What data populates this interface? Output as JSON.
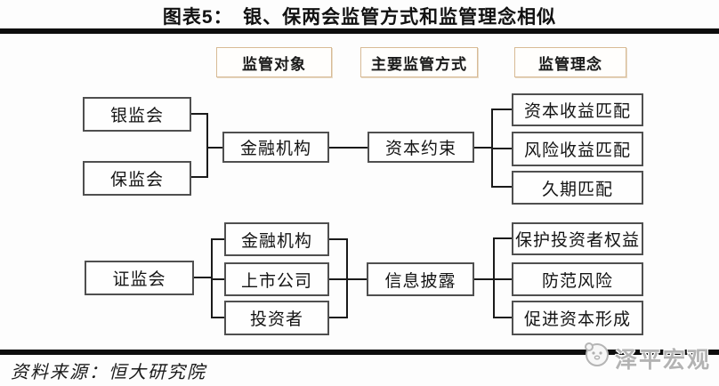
{
  "title": "图表5：　银、保两会监管方式和监管理念相似",
  "column_headers": [
    {
      "label": "监管对象"
    },
    {
      "label": "主要监管方式"
    },
    {
      "label": "监管理念"
    }
  ],
  "top_flow": {
    "regulators": [
      "银监会",
      "保监会"
    ],
    "object": "金融机构",
    "method": "资本约束",
    "concepts": [
      "资本收益匹配",
      "风险收益匹配",
      "久期匹配"
    ]
  },
  "bottom_flow": {
    "regulator": "证监会",
    "objects": [
      "金融机构",
      "上市公司",
      "投资者"
    ],
    "method": "信息披露",
    "concepts": [
      "保护投资者权益",
      "防范风险",
      "促进资本形成"
    ]
  },
  "footer": {
    "source": "资料来源：恒大研究院",
    "watermark": "泽平宏观"
  },
  "icons": {
    "watermark_mascot": "mascot-face-icon"
  },
  "colors": {
    "header_border": "#d8bb96",
    "box_border": "#4f4f4f",
    "connector": "#1a1a1a",
    "rule": "#0d0d0d",
    "watermark": "#b3b3b3"
  }
}
